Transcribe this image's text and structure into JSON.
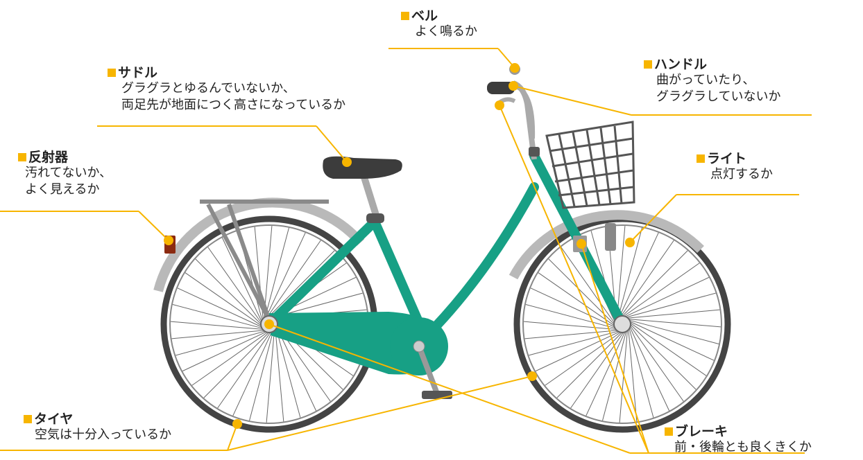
{
  "accent_color": "#f7b500",
  "frame_color": "#17a085",
  "labels": {
    "bell": {
      "title": "ベル",
      "lines": [
        "よく鳴るか"
      ]
    },
    "handle": {
      "title": "ハンドル",
      "lines": [
        "曲がっていたり、",
        "グラグラしていないか"
      ]
    },
    "saddle": {
      "title": "サドル",
      "lines": [
        "グラグラとゆるんでいないか、",
        "両足先が地面につく高さになっているか"
      ]
    },
    "reflector": {
      "title": "反射器",
      "lines": [
        "汚れてないか、",
        "よく見えるか"
      ]
    },
    "light": {
      "title": "ライト",
      "lines": [
        "点灯するか"
      ]
    },
    "tire": {
      "title": "タイヤ",
      "lines": [
        "空気は十分入っているか"
      ]
    },
    "brake": {
      "title": "ブレーキ",
      "lines": [
        "前・後輪とも良くきくか"
      ]
    }
  }
}
